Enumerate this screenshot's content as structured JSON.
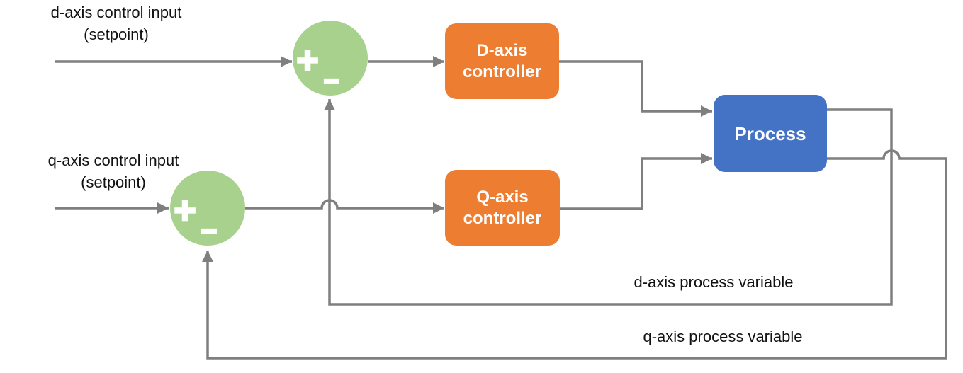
{
  "labels": {
    "d_input_line1": "d-axis control input",
    "d_input_line2": "(setpoint)",
    "q_input_line1": "q-axis control input",
    "q_input_line2": "(setpoint)",
    "d_feedback": "d-axis process variable",
    "q_feedback": "q-axis process variable"
  },
  "blocks": {
    "d_controller": {
      "line1": "D-axis",
      "line2": "controller",
      "color": "#ED7D31"
    },
    "q_controller": {
      "line1": "Q-axis",
      "line2": "controller",
      "color": "#ED7D31"
    },
    "process": {
      "label": "Process",
      "color": "#4472C4"
    }
  },
  "summing_junctions": {
    "d": {
      "plus": "+",
      "minus": "−",
      "color": "#A9D18E"
    },
    "q": {
      "plus": "+",
      "minus": "−",
      "color": "#A9D18E"
    }
  },
  "wire_color": "#7F7F7F"
}
